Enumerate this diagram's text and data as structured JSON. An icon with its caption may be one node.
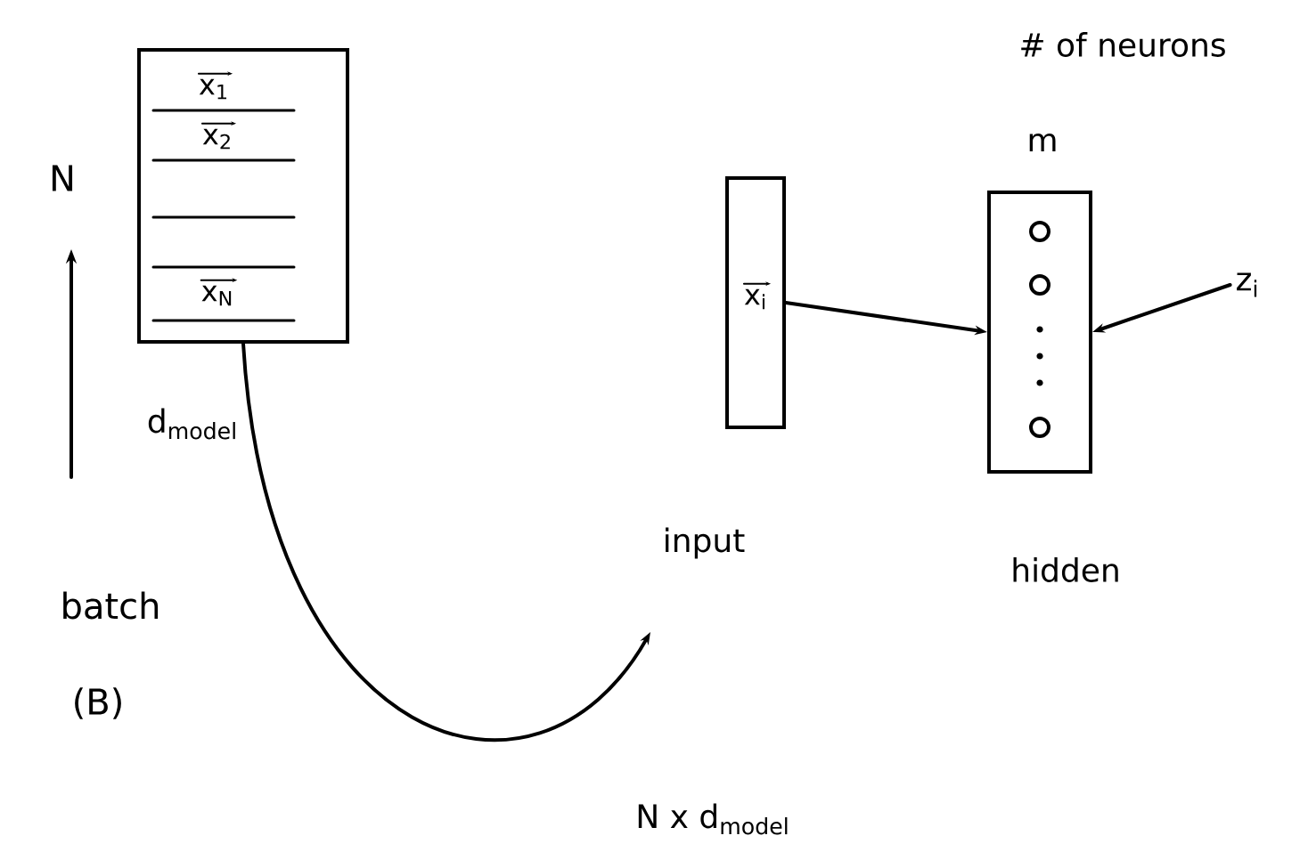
{
  "diagram": {
    "nodes": [
      {
        "text": [
          "x$_{1}$",
          "x$_{2}$",
          "x$_{N}$"
        ],
        "beside": [
          "d$_{model}$"
        ]
      },
      {
        "text": [
          "x$_{i}$"
        ],
        "beside": [
          "input"
        ]
      },
      {
        "text": [],
        "shape": "box",
        "beside": [
          "# of neurons",
          "m",
          "hidden"
        ]
      },
      {
        "text": [
          "z$_{i}$"
        ]
      }
    ],
    "edges": [
      {
        "from": 1,
        "to": 2,
        "arrow": "to"
      },
      {
        "from": 3,
        "to": 2,
        "arrow": "to"
      },
      {
        "from": 0,
        "to": null,
        "arrow": "to",
        "label": "N x d$_{model}$"
      }
    ],
    "labels": [
      "N",
      "batch",
      "(B)"
    ]
  }
}
